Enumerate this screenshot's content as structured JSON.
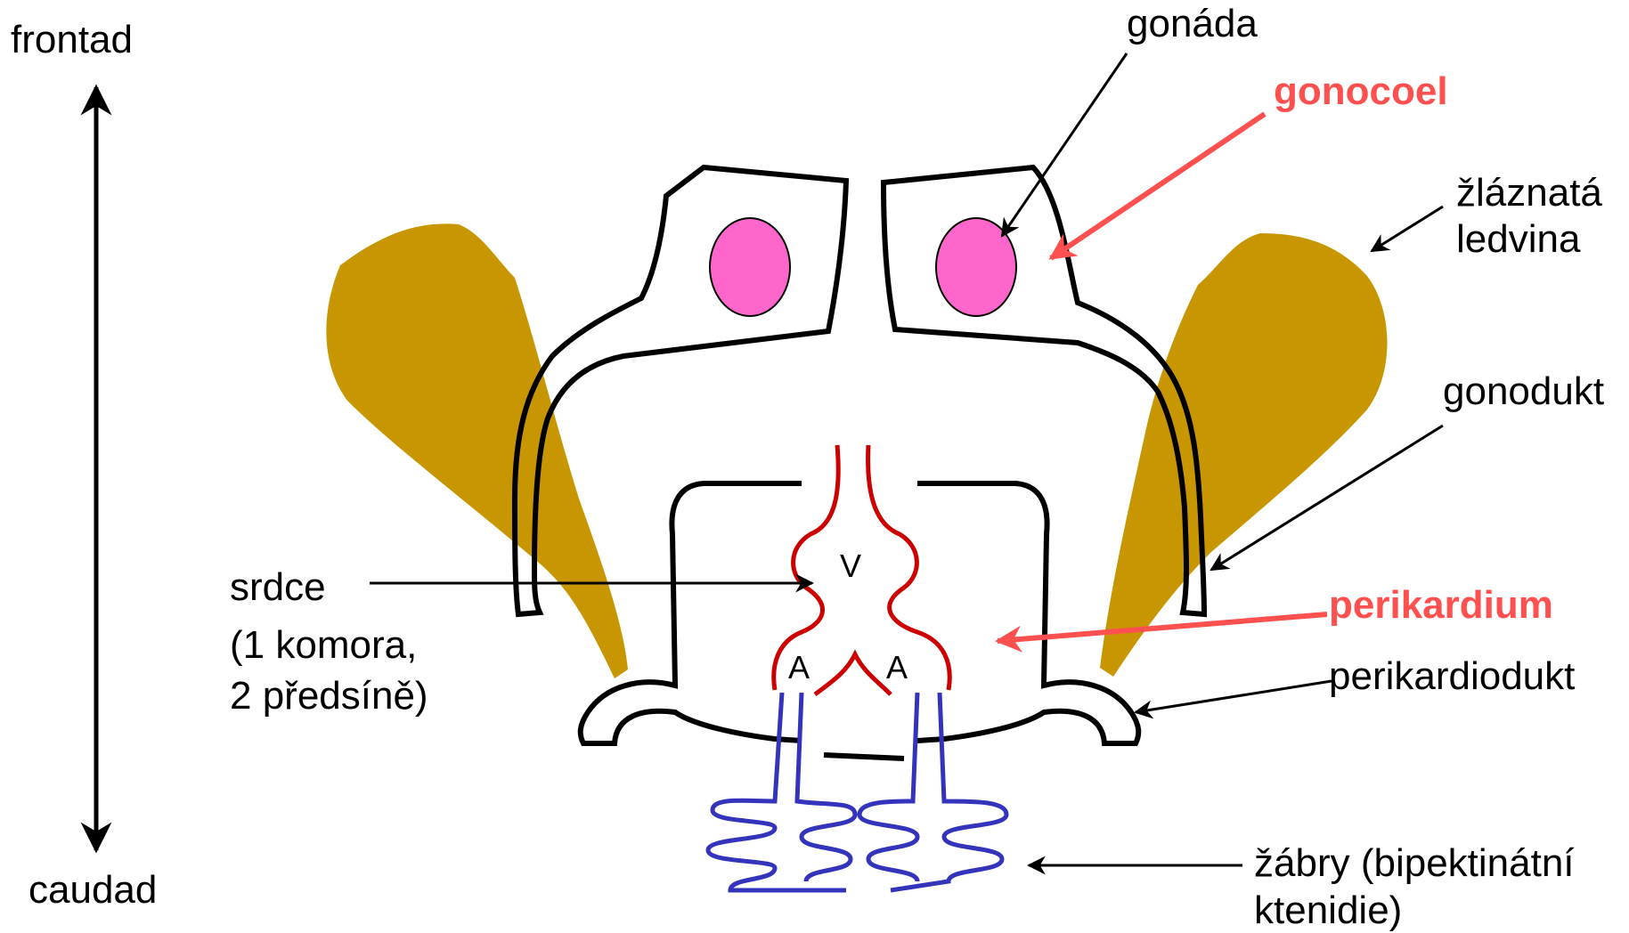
{
  "colors": {
    "kidney": "#c89600",
    "gonad": "#ff66cc",
    "heart": "#cc0000",
    "gill": "#3333bb",
    "outline": "#000000",
    "coelom_label": "#ff5050"
  },
  "axis": {
    "top": "frontad",
    "bottom": "caudad"
  },
  "labels": {
    "gonada": "gonáda",
    "gonocoel": "gonocoel",
    "kidney_line1": "žláznatá",
    "kidney_line2": "ledvina",
    "gonodukt": "gonodukt",
    "srdce_line1": "srdce",
    "srdce_line2": "(1 komora,",
    "srdce_line3": "2 předsíně)",
    "perikardium": "perikardium",
    "perikardiodukt": "perikardiodukt",
    "gills_line1": "žábry (bipektinátní",
    "gills_line2": "ktenidie)"
  },
  "heart_marks": {
    "ventricle": "V",
    "atrium_left": "A",
    "atrium_right": "A"
  }
}
